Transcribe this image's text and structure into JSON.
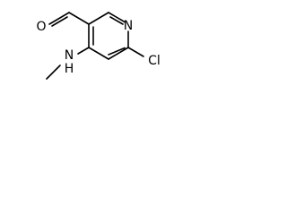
{
  "molecule": {
    "atoms": {
      "oxygen": "O",
      "ring_nitrogen": "N",
      "chlorine": "Cl",
      "amine_nitrogen": "N",
      "amine_hydrogen": "H"
    }
  }
}
